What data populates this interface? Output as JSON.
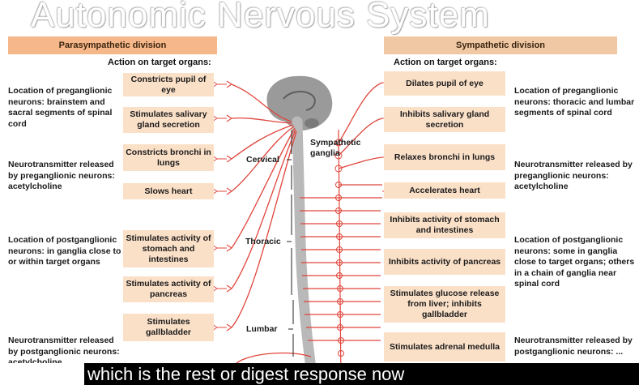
{
  "title": "Autonomic Nervous System",
  "parasympathetic": {
    "header": "Parasympathetic division",
    "action_label": "Action on target organs:",
    "actions": [
      "Constricts pupil of eye",
      "Stimulates salivary gland secretion",
      "Constricts bronchi in lungs",
      "Slows heart",
      "Stimulates activity of stomach and intestines",
      "Stimulates activity of pancreas",
      "Stimulates gallbladder"
    ],
    "notes": [
      "Location of preganglionic neurons: brainstem and sacral segments of spinal cord",
      "Neurotransmitter released by preganglionic neurons: acetylcholine",
      "Location of postganglionic neurons: in ganglia close to or within target organs",
      "Neurotransmitter released by postganglionic neurons: acetylcholine"
    ]
  },
  "sympathetic": {
    "header": "Sympathetic division",
    "action_label": "Action on target organs:",
    "actions": [
      "Dilates pupil of eye",
      "Inhibits salivary gland secretion",
      "Relaxes bronchi in lungs",
      "Accelerates heart",
      "Inhibits activity of stomach and intestines",
      "Inhibits activity of pancreas",
      "Stimulates glucose release from liver; inhibits gallbladder",
      "Stimulates adrenal medulla"
    ],
    "notes": [
      "Location of preganglionic neurons: thoracic and lumbar segments of spinal cord",
      "Neurotransmitter released by preganglionic neurons: acetylcholine",
      "Location of postganglionic neurons: some in ganglia close to target organs; others in a chain of ganglia near spinal cord",
      "Neurotransmitter released by postganglionic neurons: ..."
    ]
  },
  "spine": {
    "ganglia_label": "Sympathetic ganglia",
    "regions": [
      "Cervical",
      "Thoracic",
      "Lumbar"
    ]
  },
  "caption": "which is the rest or digest response now",
  "colors": {
    "nerve": "#e0463c",
    "box": "#fbe0c8",
    "header": "#f6b88a",
    "spine": "#b9b9b9"
  }
}
